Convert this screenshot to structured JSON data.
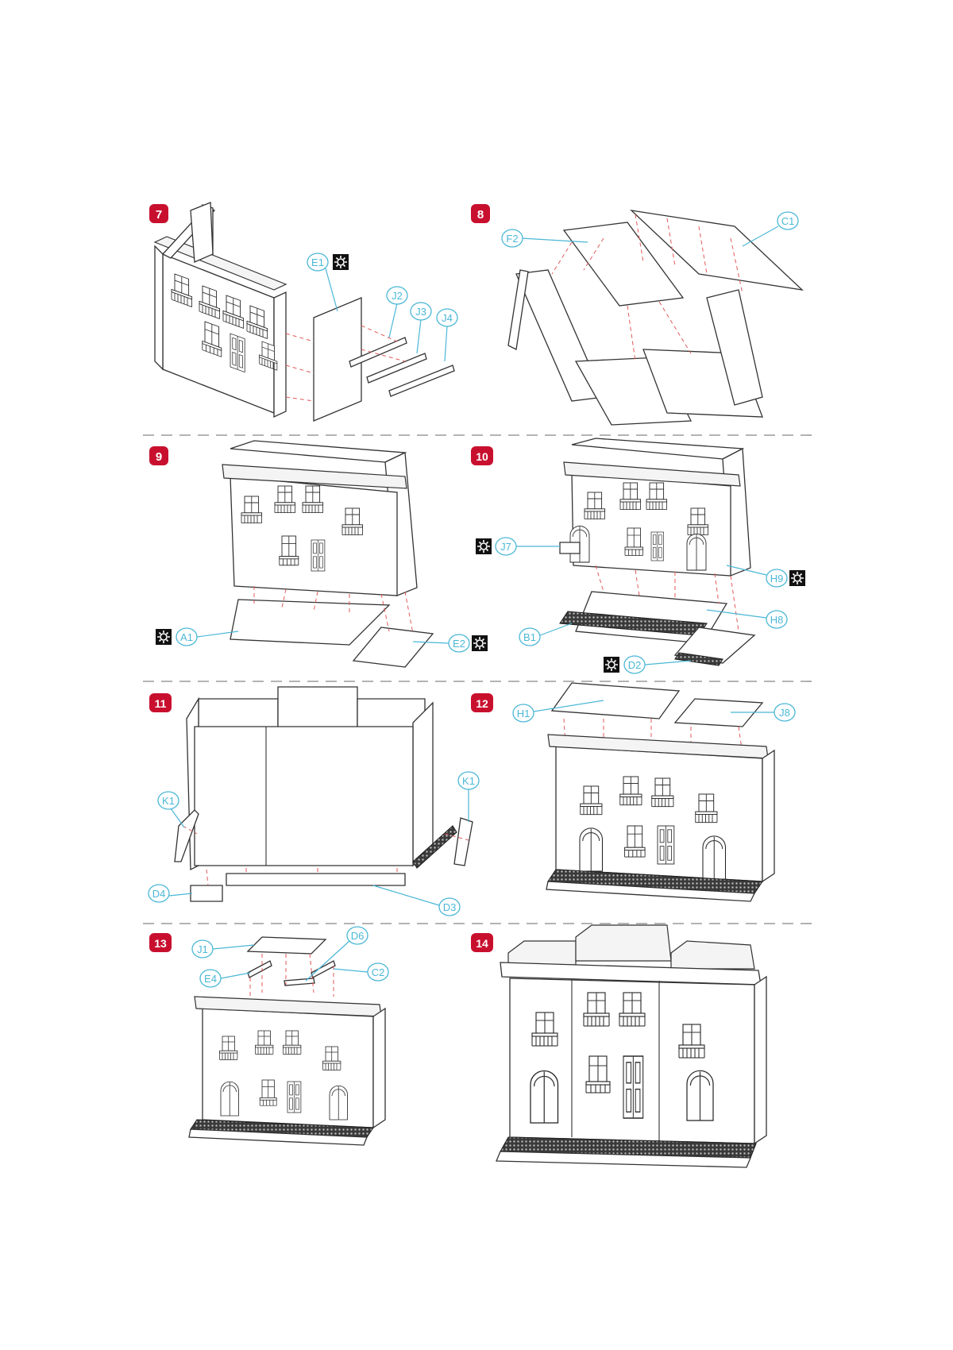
{
  "steps": [
    {
      "number": "7"
    },
    {
      "number": "8"
    },
    {
      "number": "9"
    },
    {
      "number": "10"
    },
    {
      "number": "11"
    },
    {
      "number": "12"
    },
    {
      "number": "13"
    },
    {
      "number": "14"
    }
  ],
  "labels": {
    "E1": "E1",
    "J2": "J2",
    "J3": "J3",
    "J4": "J4",
    "F2": "F2",
    "C1": "C1",
    "A1": "A1",
    "E2": "E2",
    "J7": "J7",
    "H9": "H9",
    "H8": "H8",
    "B1": "B1",
    "D2": "D2",
    "K1": "K1",
    "D4": "D4",
    "D3": "D3",
    "H1": "H1",
    "J8": "J8",
    "J1": "J1",
    "D6": "D6",
    "E4": "E4",
    "C2": "C2"
  },
  "colors": {
    "badge": "#c8102e",
    "label": "#4bb7d6",
    "guide": "#e05a5a",
    "divider": "#9a9a9a"
  },
  "icons": {
    "glue": "glue-icon"
  }
}
